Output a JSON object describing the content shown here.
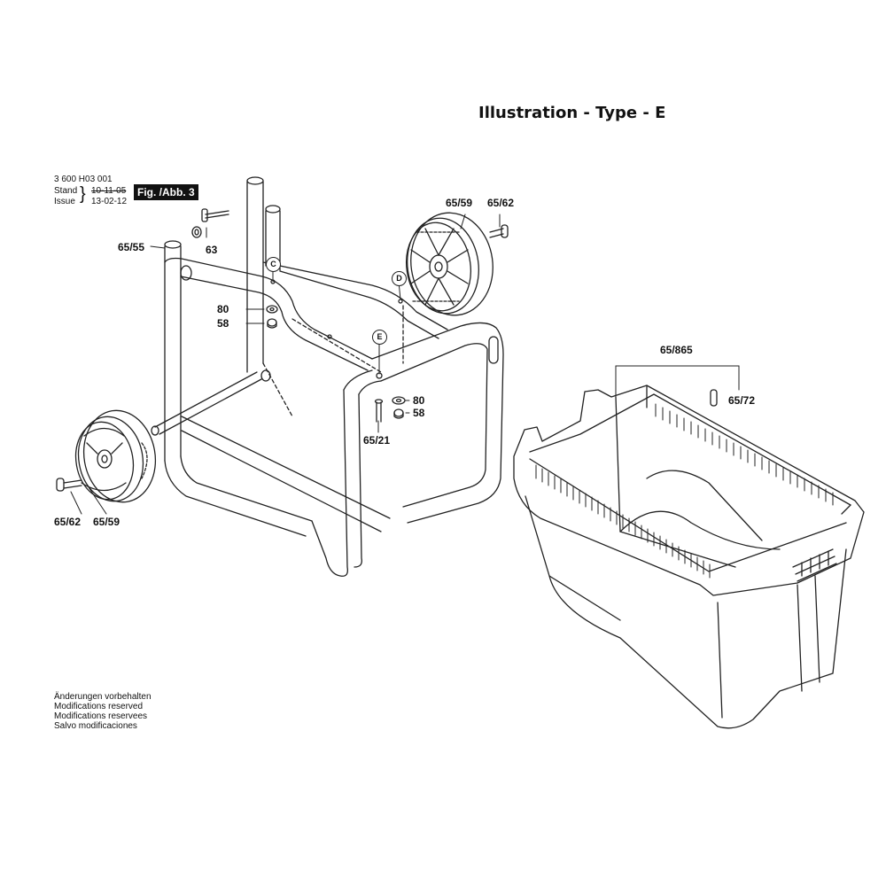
{
  "header": {
    "title": "Illustration - Type - E",
    "doc_number": "3 600 H03 001",
    "stand_label": "Stand",
    "issue_label": "Issue",
    "stand_date": "10-11-05",
    "issue_date": "13-02-12",
    "figure_label": "Fig. /Abb. 3"
  },
  "callouts": {
    "frame": "65/55",
    "screw_top": "63",
    "washer_left": "80",
    "nut_left": "58",
    "wheel_right": "65/59",
    "bolt_right": "65/62",
    "washer_right": "80",
    "nut_right": "58",
    "bolt_center": "65/21",
    "bolt_left": "65/62",
    "wheel_left": "65/59",
    "container": "65/865",
    "pin": "65/72"
  },
  "markers": {
    "c": "C",
    "d": "D",
    "e": "E"
  },
  "notes": [
    "Änderungen vorbehalten",
    "Modifications reserved",
    "Modifications reservees",
    "Salvo modificaciones"
  ]
}
